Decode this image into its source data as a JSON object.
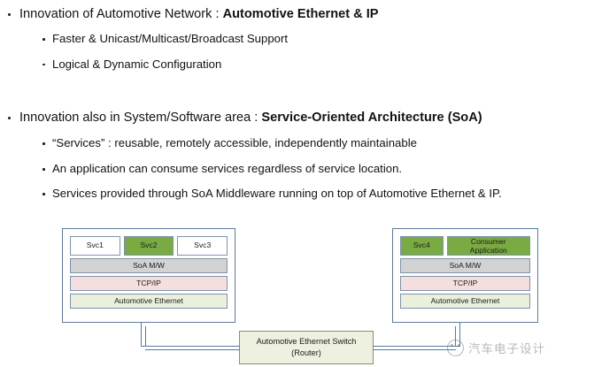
{
  "slide": {
    "bullets": [
      {
        "level": 1,
        "text_plain": "Innovation of Automotive Network : ",
        "text_bold": "Automotive Ethernet & IP"
      },
      {
        "level": 2,
        "text_plain": "Faster & Unicast/Multicast/Broadcast Support",
        "text_bold": ""
      },
      {
        "level": 2,
        "text_plain": "Logical & Dynamic Configuration",
        "text_bold": ""
      },
      {
        "level": 1,
        "text_plain": "Innovation also in System/Software area : ",
        "text_bold": "Service-Oriented Architecture (SoA)"
      },
      {
        "level": 2,
        "text_plain": "“Services” : reusable, remotely accessible, independently maintainable",
        "text_bold": ""
      },
      {
        "level": 2,
        "text_plain": "An application can consume services regardless of service location.",
        "text_bold": ""
      },
      {
        "level": 2,
        "text_plain": "Services provided through SoA Middleware running on top of Automotive Ethernet & IP.",
        "text_bold": ""
      }
    ]
  },
  "diagram": {
    "left_node": {
      "services": [
        {
          "label": "Svc1",
          "color": "#ffffff",
          "highlighted": false
        },
        {
          "label": "Svc2",
          "color": "#7aab42",
          "highlighted": true
        },
        {
          "label": "Svc3",
          "color": "#ffffff",
          "highlighted": false
        }
      ],
      "layers": [
        {
          "label": "SoA M/W",
          "color": "#d2d2d2"
        },
        {
          "label": "TCP/IP",
          "color": "#f5dede"
        },
        {
          "label": "Automotive Ethernet",
          "color": "#eaf0dc"
        }
      ]
    },
    "right_node": {
      "services": [
        {
          "label": "Svc4",
          "color": "#7aab42",
          "highlighted": true
        },
        {
          "label_line1": "Consumer",
          "label_line2": "Application",
          "color": "#7aab42",
          "highlighted": true
        }
      ],
      "layers": [
        {
          "label": "SoA M/W",
          "color": "#d2d2d2"
        },
        {
          "label": "TCP/IP",
          "color": "#f5dede"
        },
        {
          "label": "Automotive Ethernet",
          "color": "#eaf0dc"
        }
      ]
    },
    "switch": {
      "line1": "Automotive Ethernet Switch",
      "line2": "(Router)",
      "color": "#eef0e0"
    },
    "wire_color": "#5679a8"
  },
  "watermark": {
    "text": "汽车电子设计",
    "logo_name": "circular-brand-logo"
  }
}
